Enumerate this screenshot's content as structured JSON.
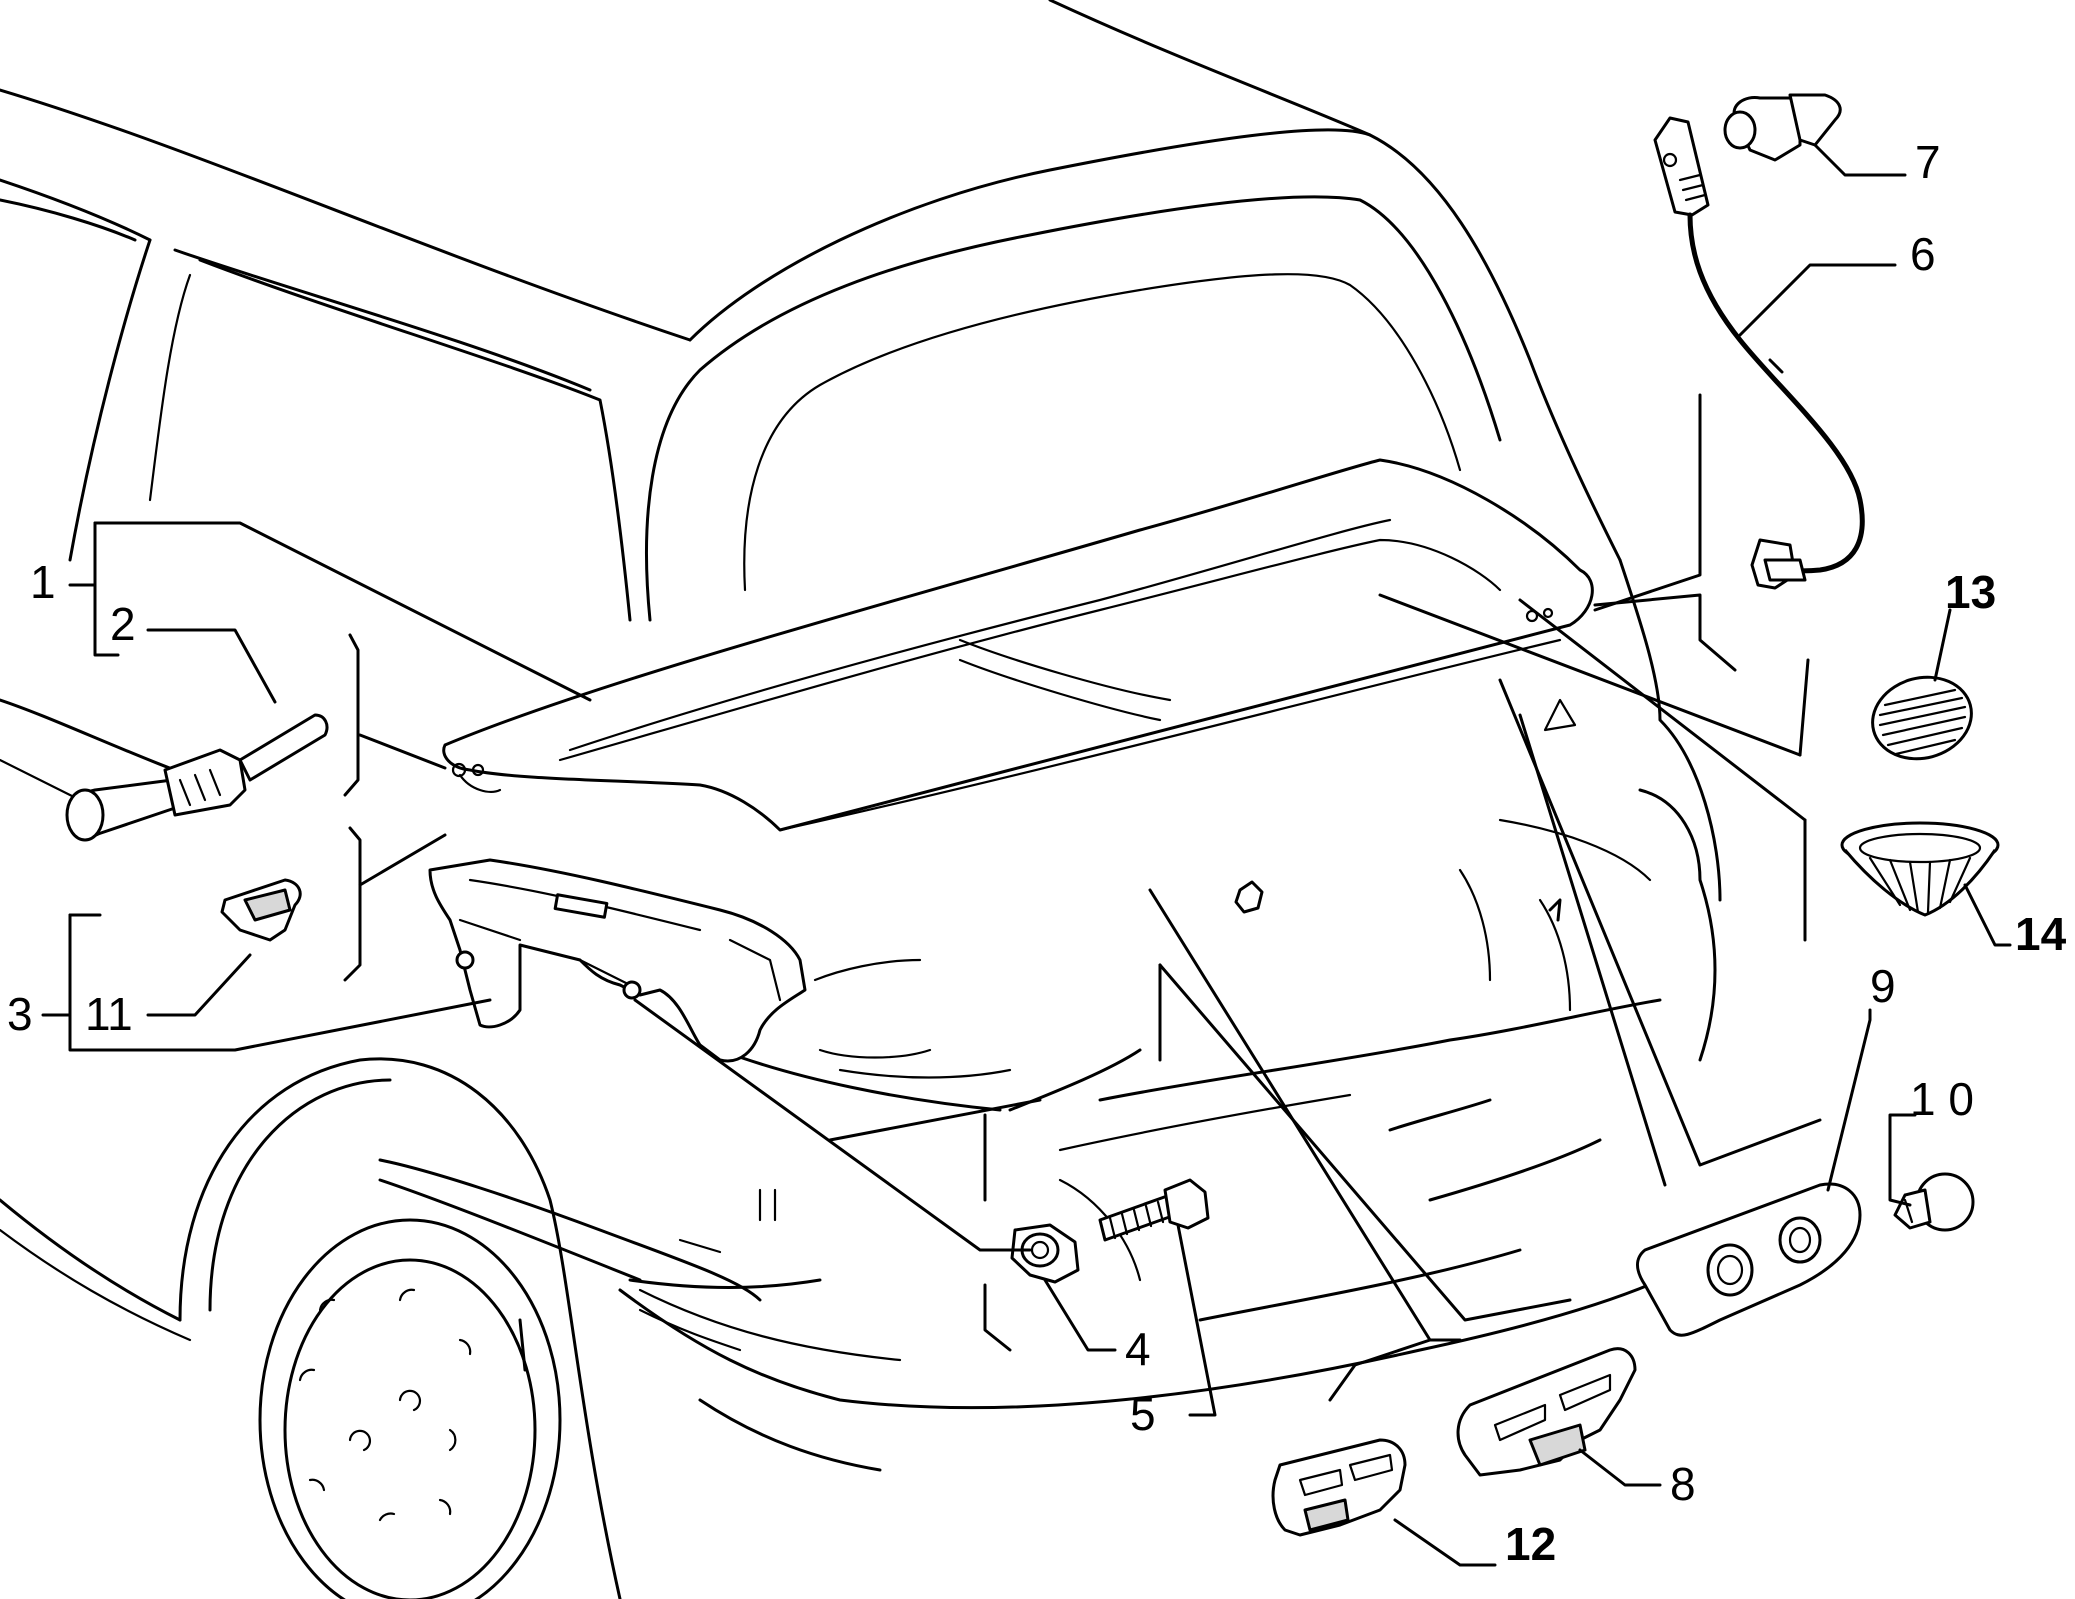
{
  "callouts": {
    "c1": "1",
    "c2": "2",
    "c3": "3",
    "c4": "4",
    "c5": "5",
    "c6": "6",
    "c7": "7",
    "c8": "8",
    "c9": "9",
    "c10": "1 0",
    "c11": "11",
    "c12": "12",
    "c13": "13",
    "c14": "14"
  }
}
